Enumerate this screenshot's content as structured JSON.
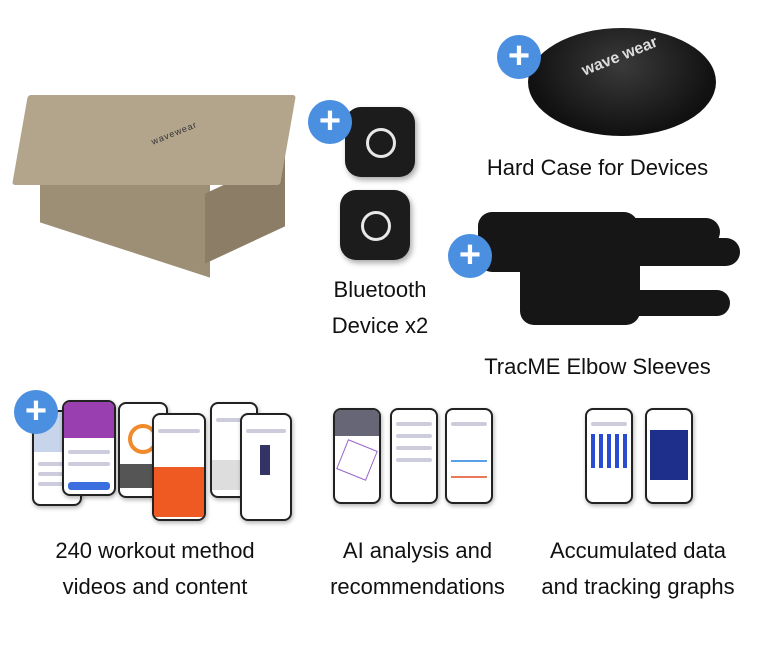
{
  "items": {
    "box": {
      "logo_text": "wavewear"
    },
    "bluetooth": {
      "line1": "Bluetooth",
      "line2": "Device x2"
    },
    "hard_case": {
      "label": "Hard Case for Devices",
      "logo_text": "wave wear"
    },
    "sleeves": {
      "label": "TracME Elbow Sleeves"
    },
    "workout": {
      "line1": "240 workout method",
      "line2": "videos and content"
    },
    "ai": {
      "line1": "AI analysis and",
      "line2": "recommendations"
    },
    "tracking": {
      "line1": "Accumulated data",
      "line2": "and tracking graphs"
    }
  },
  "plus_symbol": "+",
  "colors": {
    "accent": "#4a8fe0"
  }
}
